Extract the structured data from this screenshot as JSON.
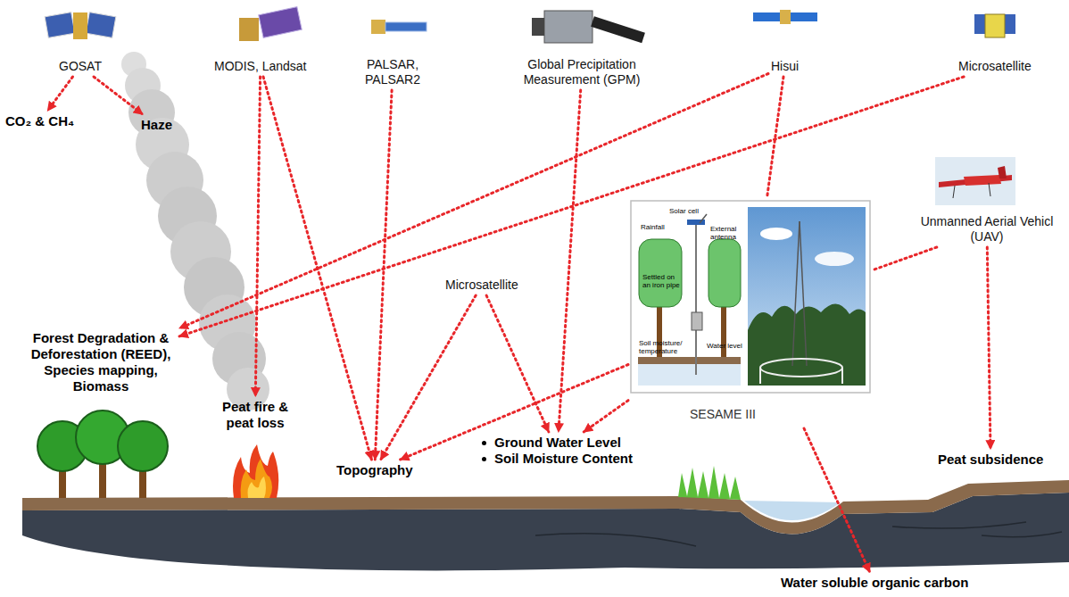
{
  "diagram": {
    "nodes": [
      {
        "text": [
          "GOSAT"
        ]
      },
      {
        "text": [
          "MODIS, Landsat"
        ]
      },
      {
        "text": [
          "PALSAR, PALSAR2"
        ]
      },
      {
        "text": [
          "Global Precipitation Measurement (GPM)"
        ]
      },
      {
        "text": [
          "Hisui"
        ]
      },
      {
        "text": [
          "Microsatellite"
        ]
      },
      {
        "text": [
          "CO₂ & CH₄"
        ]
      },
      {
        "text": [
          "Haze"
        ]
      },
      {
        "text": [
          "Microsatellite"
        ]
      },
      {
        "text": [
          "SESAME III"
        ]
      },
      {
        "text": [
          "Unmanned Aerial Vehicl (UAV)"
        ]
      },
      {
        "text": [
          "Forest Degradation & Deforestation (REED), Species mapping, Biomass"
        ]
      },
      {
        "text": [
          "Peat fire & peat loss"
        ]
      },
      {
        "text": [
          "Topography"
        ]
      },
      {
        "text": [
          "Ground Water Level",
          "Soil Moisture Content"
        ]
      },
      {
        "text": [
          "Peat subsidence"
        ]
      },
      {
        "text": [
          "Water soluble organic carbon"
        ]
      }
    ],
    "edges": [
      {
        "from": 0,
        "to": 6,
        "arrow": "to"
      },
      {
        "from": 0,
        "to": 7,
        "arrow": "to"
      },
      {
        "from": 1,
        "to": 12,
        "arrow": "to"
      },
      {
        "from": 1,
        "to": 13,
        "arrow": "to"
      },
      {
        "from": 2,
        "to": 13,
        "arrow": "to"
      },
      {
        "from": 3,
        "to": 14,
        "arrow": "to"
      },
      {
        "from": 4,
        "to": 11,
        "arrow": "to"
      },
      {
        "from": 4,
        "to": 9,
        "arrow": "none"
      },
      {
        "from": 5,
        "to": 11,
        "arrow": "to"
      },
      {
        "from": 8,
        "to": 13,
        "arrow": "to"
      },
      {
        "from": 8,
        "to": 14,
        "arrow": "to"
      },
      {
        "from": 9,
        "to": 13,
        "arrow": "to"
      },
      {
        "from": 9,
        "to": 14,
        "arrow": "to"
      },
      {
        "from": 9,
        "to": 16,
        "arrow": "to"
      },
      {
        "from": 10,
        "to": 9,
        "arrow": "none"
      },
      {
        "from": 10,
        "to": 15,
        "arrow": "to"
      }
    ],
    "labels": [
      "Solar cell",
      "Rainfall",
      "External antenna",
      "Settled on an iron pipe",
      "Soil moisture/ temperature",
      "Water level"
    ]
  }
}
